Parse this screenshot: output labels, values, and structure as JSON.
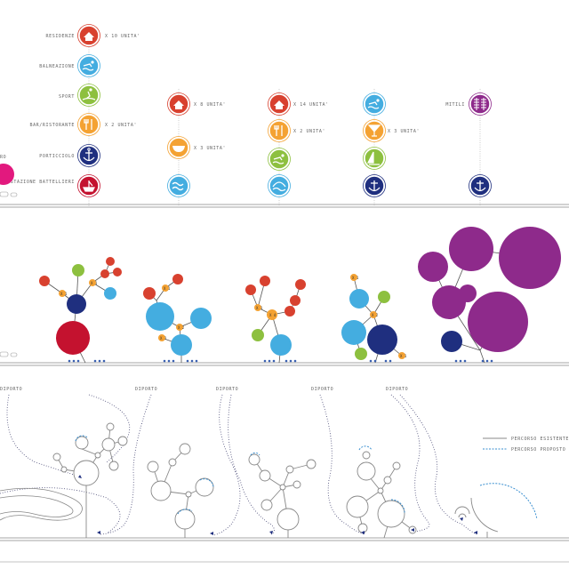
{
  "colors": {
    "red": "#d8412f",
    "orange": "#f4a233",
    "green": "#8dc03f",
    "blue": "#44ade0",
    "navy": "#1f2f7f",
    "crimson": "#c4122f",
    "purple": "#8e2a8b",
    "magenta": "#e2197e",
    "line": "#888888",
    "dotted": "#3a3a6a",
    "dashed": "#3a8fd0"
  },
  "legend": {
    "column1": [
      {
        "label": "RESIDENZE",
        "icon": "house-icon",
        "color": "#d8412f",
        "qty": "X 10 UNITA'"
      },
      {
        "label": "BALNEAZIONE",
        "icon": "swimmer-icon",
        "color": "#44ade0",
        "qty": ""
      },
      {
        "label": "SPORT",
        "icon": "surfer-icon",
        "color": "#8dc03f",
        "qty": ""
      },
      {
        "label": "BAR/RISTORANTE",
        "icon": "fork-knife-icon",
        "color": "#f4a233",
        "qty": "X 2 UNITA'"
      },
      {
        "label": "PORTICCIOLO",
        "icon": "anchor-icon",
        "color": "#1f2f7f",
        "qty": ""
      },
      {
        "label": "STAZIONE BATTELLIERI",
        "icon": "boat-station-icon",
        "color": "#c4122f",
        "qty": ""
      }
    ],
    "column2": [
      {
        "icon": "house-icon",
        "color": "#d8412f",
        "qty": "X 8 UNITA'"
      },
      {
        "icon": "bowl-icon",
        "color": "#f4a233",
        "qty": "X 3 UNITA'"
      },
      {
        "icon": "wave-icon",
        "color": "#44ade0",
        "qty": ""
      }
    ],
    "column3": [
      {
        "icon": "house-icon",
        "color": "#d8412f",
        "qty": "X 14 UNITA'"
      },
      {
        "icon": "fork-knife-icon",
        "color": "#f4a233",
        "qty": "X 2 UNITA'"
      },
      {
        "icon": "swimmer-icon",
        "color": "#8dc03f",
        "qty": ""
      },
      {
        "icon": "wave-icon",
        "color": "#44ade0",
        "qty": ""
      }
    ],
    "column4": [
      {
        "icon": "swimmer-icon",
        "color": "#44ade0",
        "qty": ""
      },
      {
        "icon": "cocktail-icon",
        "color": "#f4a233",
        "qty": "X 3 UNITA'"
      },
      {
        "icon": "sail-icon",
        "color": "#8dc03f",
        "qty": ""
      },
      {
        "icon": "anchor-icon",
        "color": "#1f2f7f",
        "qty": ""
      }
    ],
    "column5": [
      {
        "label": "MITILI",
        "icon": "mussel-icon",
        "color": "#8e2a8b"
      },
      {
        "icon": "anchor-icon",
        "color": "#1f2f7f"
      }
    ]
  },
  "left_edge_label": "RO",
  "node_labels": [
    "X 1",
    "X 2",
    "X 3",
    "X 4"
  ],
  "lower": {
    "diporto_label": "DIPORTO",
    "legend_existing": "PERCORSO ESISTENTE",
    "legend_proposed": "PERCORSO PROPOSTO"
  }
}
